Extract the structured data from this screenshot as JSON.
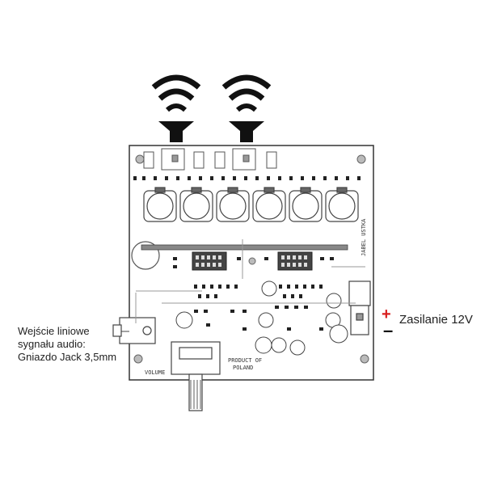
{
  "labels": {
    "input_line1": "Wejście liniowe",
    "input_line2": "sygnału audio:",
    "input_line3": "Gniazdo Jack 3,5mm",
    "power": "Zasilanie 12V",
    "plus": "+",
    "minus": "–"
  },
  "pcb": {
    "volume": "VOLUME",
    "product_line1": "PRODUCT OF",
    "product_line2": "POLAND",
    "vertical": "JABEL USTKA"
  },
  "colors": {
    "plus": "#d81e1e",
    "outline": "#333333",
    "ic": "#444444",
    "trace": "#999999"
  }
}
